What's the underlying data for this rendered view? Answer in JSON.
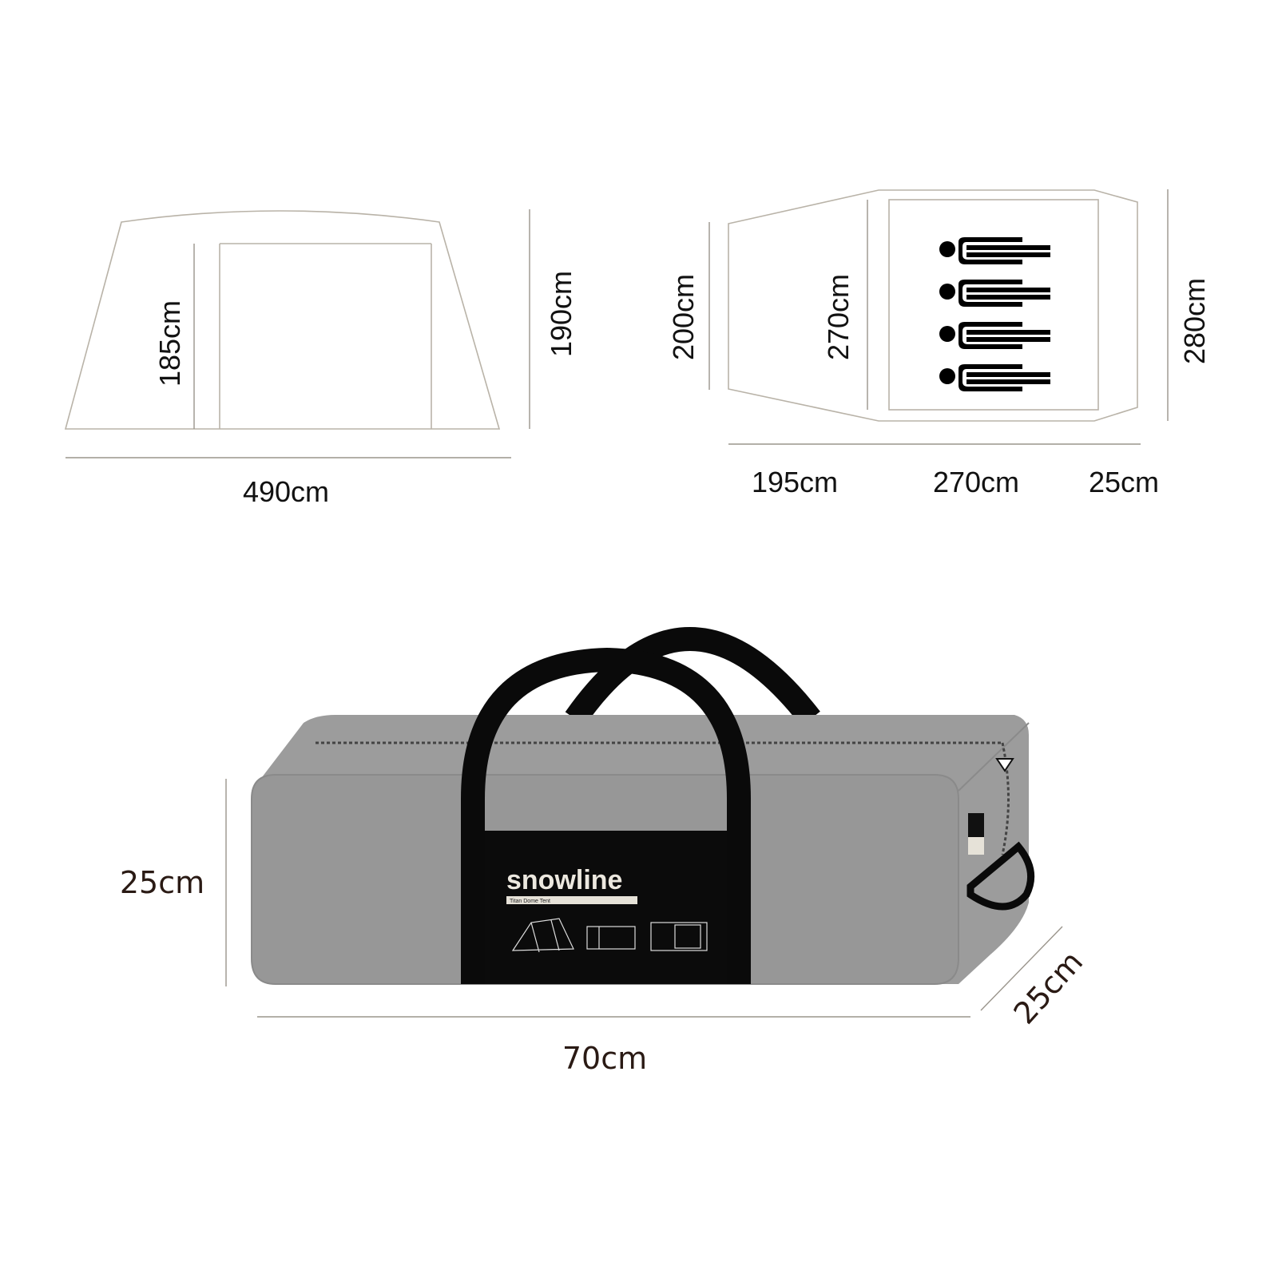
{
  "side_view": {
    "inner_height": "185cm",
    "outer_height": "190cm",
    "length": "490cm"
  },
  "floor_plan": {
    "vestibule_height": "200cm",
    "inner_width": "270cm",
    "outer_width": "280cm",
    "vestibule_length": "195cm",
    "inner_length": "270cm",
    "rear_length": "25cm",
    "capacity_persons": 4
  },
  "carry_bag": {
    "brand": "snowline",
    "product_name": "Titan Dome Tent",
    "height": "25cm",
    "length": "70cm",
    "depth": "25cm",
    "colors": {
      "bag": "#9c9c9c",
      "handle": "#0a0a0a",
      "label": "#0b0b0b"
    }
  }
}
